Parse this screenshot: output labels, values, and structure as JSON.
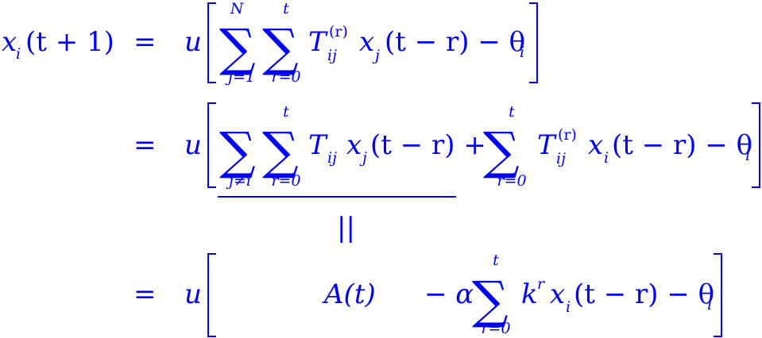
{
  "color": "#0000ff",
  "lhs": {
    "x": "x",
    "i": "i",
    "arg": "(t + 1)"
  },
  "eq": "=",
  "u": "u",
  "line1": {
    "sum1_upper": "N",
    "sum1_lower": "j=1",
    "sum2_upper": "t",
    "sum2_lower": "r=0",
    "T": "T",
    "T_sub": "ij",
    "T_sup": "(r)",
    "x": "x",
    "x_sub": "j",
    "x_arg": "(t − r) − θ",
    "theta_sub": "i"
  },
  "line2": {
    "sum1_lower": "j≠i",
    "sum2_upper": "t",
    "sum2_lower": "r=0",
    "T": "T",
    "T_sub": "ij",
    "x": "x",
    "x_sub": "j",
    "x_arg": "(t − r) +",
    "sum3_upper": "t",
    "sum3_lower": "r=0",
    "T2": "T",
    "T2_sub": "ij",
    "T2_sup": "(r)",
    "x2": "x",
    "x2_sub": "i",
    "x2_arg": "(t − r) − θ",
    "theta_sub": "i"
  },
  "between": {
    "bars": "||"
  },
  "line3": {
    "A": "A(t)",
    "minus_alpha": "− α",
    "sum_upper": "t",
    "sum_lower": "r=0",
    "k": "k",
    "k_sup": "r",
    "x": "x",
    "x_sub": "i",
    "x_arg": "(t − r) − θ",
    "theta_sub": "i"
  }
}
